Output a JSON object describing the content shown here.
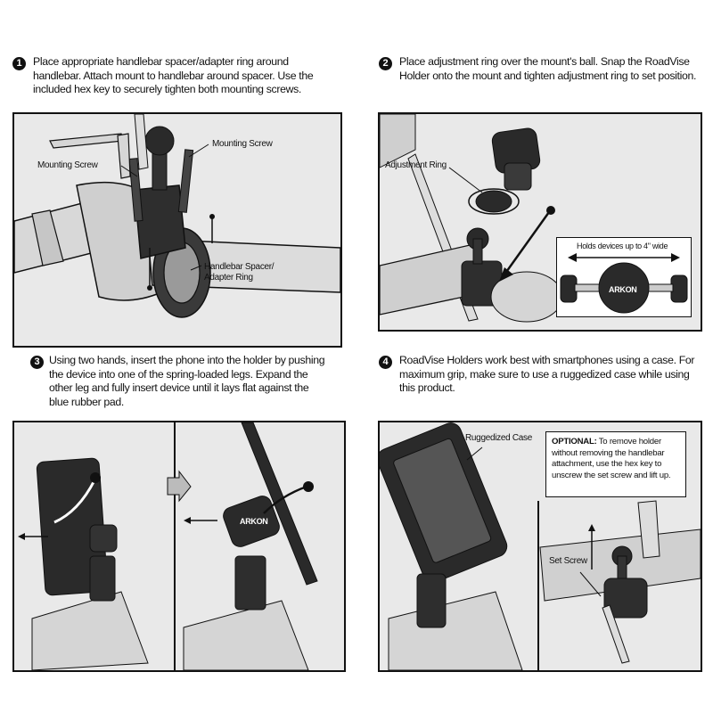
{
  "steps": [
    {
      "number": "1",
      "lines": [
        "Place appropriate handlebar spacer/adapter ring around",
        "handlebar. Attach mount to handlebar around spacer. Use the",
        "included hex key to securely tighten both mounting screws."
      ],
      "callouts": {
        "mounting_screw_right": "Mounting Screw",
        "mounting_screw_left": "Mounting Screw",
        "spacer_line1": "Handlebar Spacer/",
        "spacer_line2": "Adapter Ring"
      }
    },
    {
      "number": "2",
      "lines": [
        "Place adjustment ring over the mount's ball. Snap the RoadVise",
        "Holder onto the mount and tighten adjustment ring to set position."
      ],
      "callouts": {
        "adjustment_ring": "Adjustment Ring",
        "holds_devices": "Holds devices up to 4\" wide",
        "brand": "ARKON"
      }
    },
    {
      "number": "3",
      "lines": [
        "Using two hands, insert the phone into the holder by pushing",
        "the device into one of the spring-loaded legs. Expand the",
        "other leg and fully insert device until it lays flat against the",
        "blue rubber pad."
      ],
      "callouts": {
        "brand": "ARKON"
      }
    },
    {
      "number": "4",
      "lines": [
        "RoadVise Holders work best with smartphones using a case. For",
        "maximum grip, make sure to use a ruggedized case while using",
        "this product."
      ],
      "callouts": {
        "ruggedized_case": "Ruggedized Case",
        "optional_label": "OPTIONAL:",
        "optional_line1": "To remove holder",
        "optional_line2": "without removing the handlebar",
        "optional_line3": "attachment, use the hex key to",
        "optional_line4": "unscrew the set screw and lift up.",
        "set_screw": "Set Screw"
      }
    }
  ],
  "colors": {
    "ink": "#111111",
    "panel_bg": "#e9e9e9",
    "mount_dark": "#2b2b2b",
    "mount_light": "#bdbdbd"
  },
  "icons": {
    "step_number_badge": "filled-circle",
    "motion_arrow": "curved-arrow"
  }
}
